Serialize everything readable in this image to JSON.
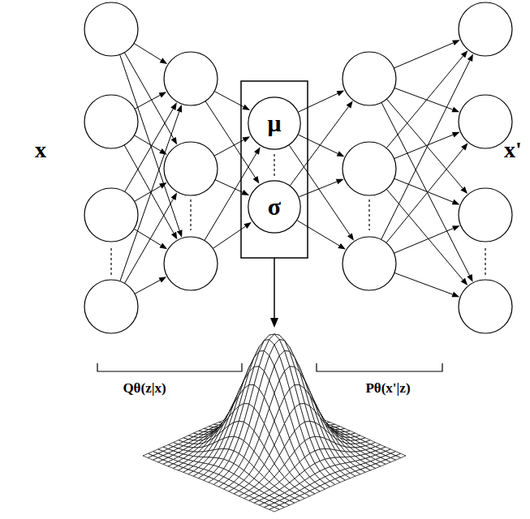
{
  "diagram": {
    "nodes": [
      {
        "text": [
          "μ"
        ]
      },
      {
        "text": [
          "σ"
        ]
      }
    ],
    "labels": [
      "x",
      "x'",
      "Qθ(z|x)",
      "Pθ(x'|z)"
    ]
  }
}
